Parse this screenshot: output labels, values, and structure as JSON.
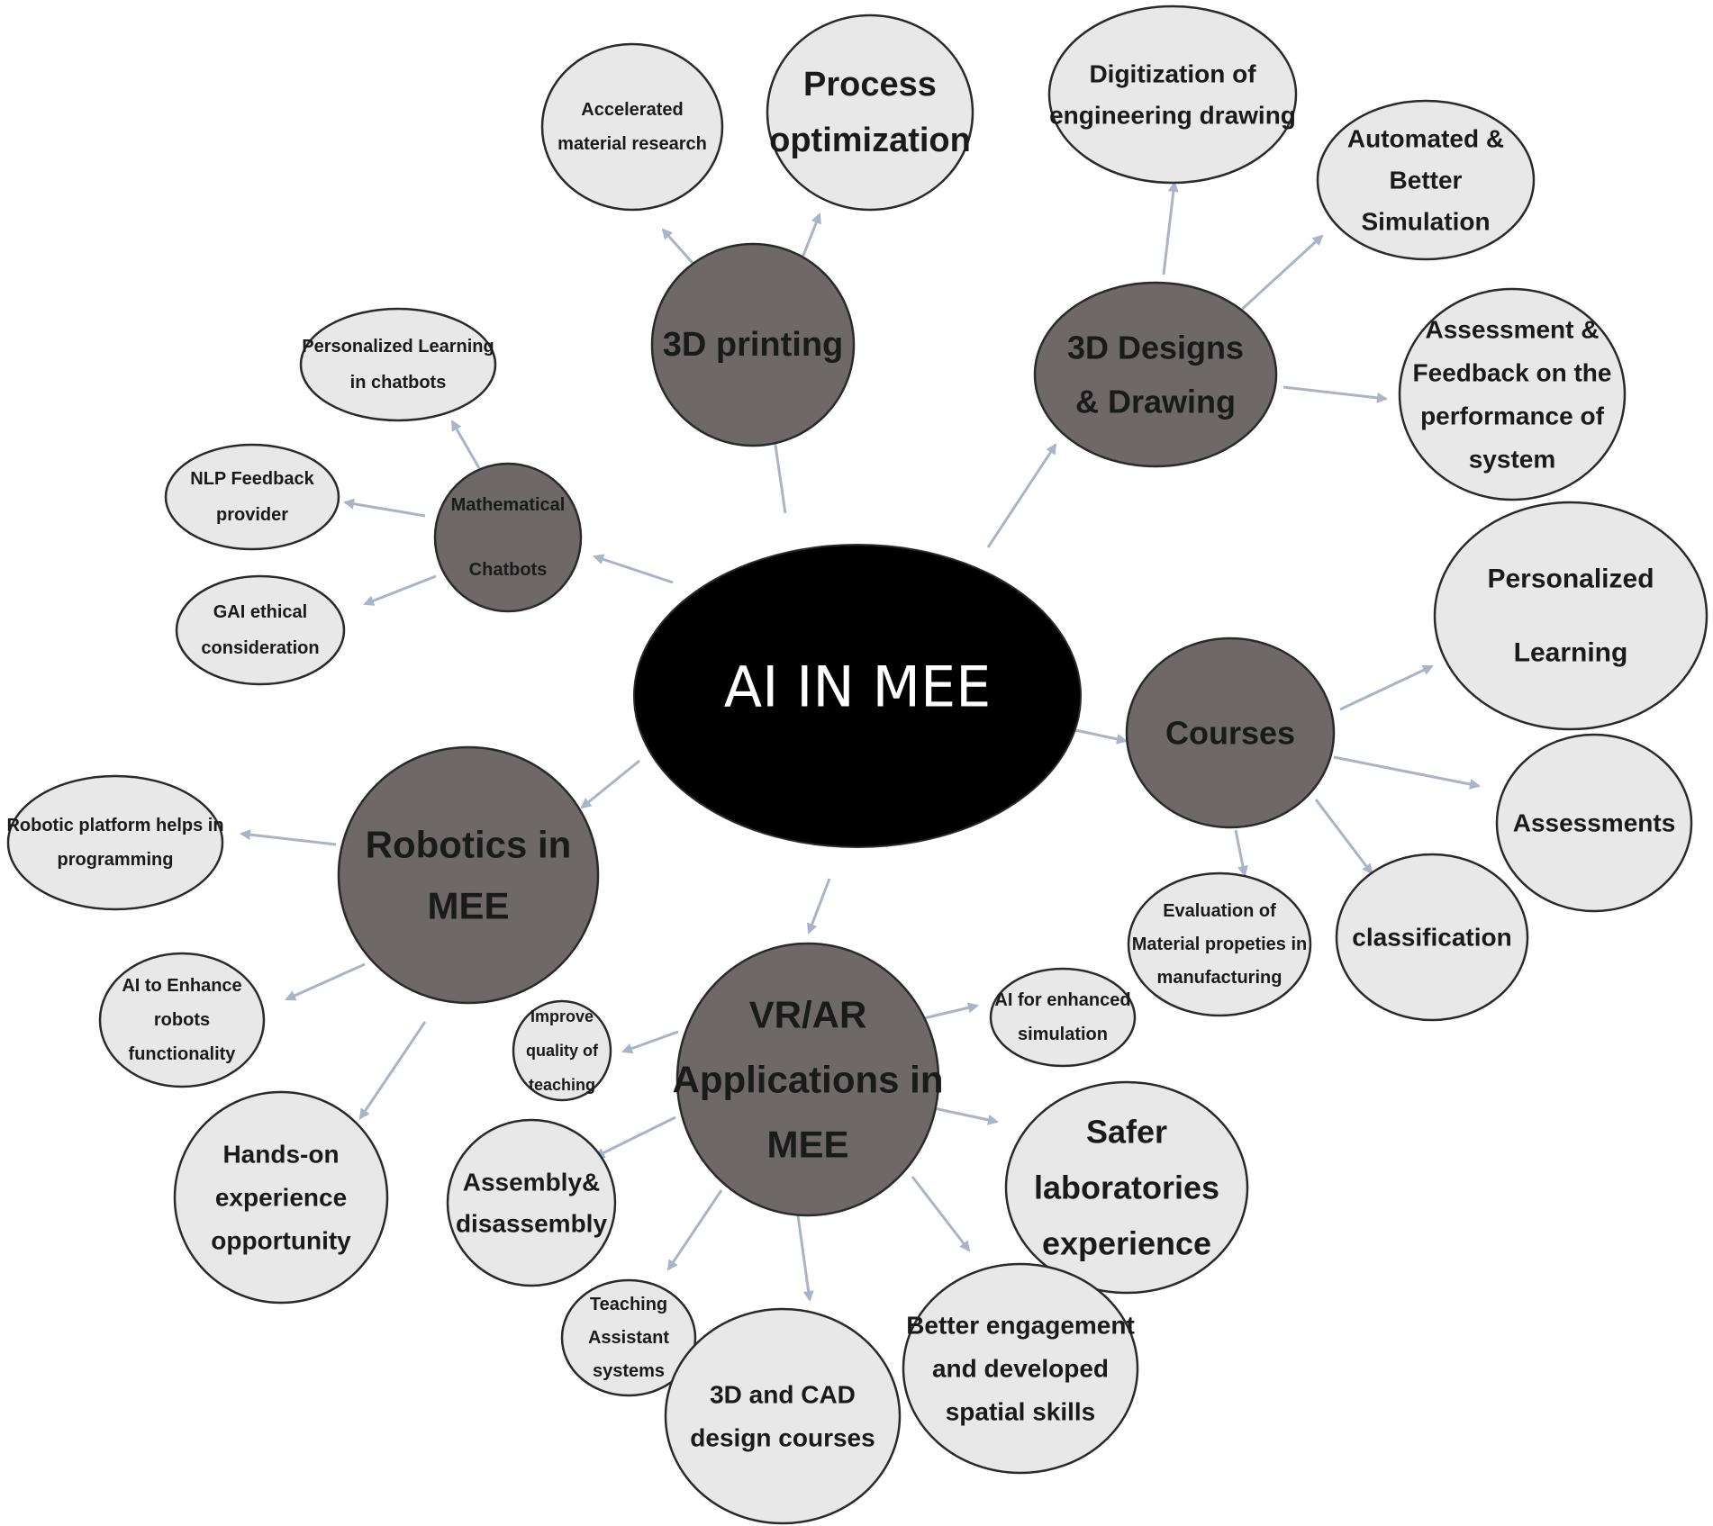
{
  "center": {
    "label": "AI IN MEE"
  },
  "hubs": [
    {
      "key": "3d-printing",
      "lines": [
        "3D printing"
      ]
    },
    {
      "key": "3d-designs",
      "lines": [
        "3D Designs",
        "& Drawing"
      ]
    },
    {
      "key": "chatbots",
      "lines": [
        "Mathematical",
        "Chatbots"
      ]
    },
    {
      "key": "courses",
      "lines": [
        "Courses"
      ]
    },
    {
      "key": "robotics",
      "lines": [
        "Robotics in",
        "MEE"
      ]
    },
    {
      "key": "vrar",
      "lines": [
        "VR/AR",
        "Applications in",
        "MEE"
      ]
    }
  ],
  "leaves": [
    {
      "key": "accelerated-material-research",
      "lines": [
        "Accelerated",
        "material research"
      ]
    },
    {
      "key": "process-optimization",
      "lines": [
        "Process",
        "optimization"
      ]
    },
    {
      "key": "digitization-drawing",
      "lines": [
        "Digitization of",
        "engineering drawing"
      ]
    },
    {
      "key": "automated-simulation",
      "lines": [
        "Automated &",
        "Better",
        "Simulation"
      ]
    },
    {
      "key": "assessment-feedback",
      "lines": [
        "Assessment &",
        "Feedback on the",
        "performance of",
        "system"
      ]
    },
    {
      "key": "personalized-learning-chatbots",
      "lines": [
        "Personalized Learning",
        "in chatbots"
      ]
    },
    {
      "key": "nlp-feedback",
      "lines": [
        "NLP Feedback",
        "provider"
      ]
    },
    {
      "key": "gai-ethical",
      "lines": [
        "GAI ethical",
        "consideration"
      ]
    },
    {
      "key": "personalized-learning",
      "lines": [
        "Personalized",
        "Learning"
      ]
    },
    {
      "key": "assessments",
      "lines": [
        "Assessments"
      ]
    },
    {
      "key": "classification",
      "lines": [
        "classification"
      ]
    },
    {
      "key": "evaluation-material",
      "lines": [
        "Evaluation of",
        "Material propeties in",
        "manufacturing"
      ]
    },
    {
      "key": "robotic-platform",
      "lines": [
        "Robotic platform helps in",
        "programming"
      ]
    },
    {
      "key": "ai-enhance-robots",
      "lines": [
        "AI to Enhance",
        "robots",
        "functionality"
      ]
    },
    {
      "key": "hands-on",
      "lines": [
        "Hands-on",
        "experience",
        "opportunity"
      ]
    },
    {
      "key": "improve-teaching",
      "lines": [
        "Improve",
        "quality of",
        "teaching"
      ]
    },
    {
      "key": "ai-enhanced-simulation",
      "lines": [
        "AI for enhanced",
        "simulation"
      ]
    },
    {
      "key": "safer-labs",
      "lines": [
        "Safer",
        "laboratories",
        "experience"
      ]
    },
    {
      "key": "assembly",
      "lines": [
        "Assembly&",
        "disassembly"
      ]
    },
    {
      "key": "teaching-assistant",
      "lines": [
        "Teaching",
        "Assistant",
        "systems"
      ]
    },
    {
      "key": "cad-courses",
      "lines": [
        "3D and CAD",
        "design courses"
      ]
    },
    {
      "key": "better-engagement",
      "lines": [
        "Better engagement",
        "and developed",
        "spatial skills"
      ]
    }
  ],
  "colors": {
    "center_fill": "#000000",
    "center_text": "#ffffff",
    "hub_fill": "#6e6868",
    "leaf_fill": "#e8e8e8",
    "stroke": "#2a2a2a",
    "arrow": "#a9b4c6",
    "text": "#1a1a1a"
  }
}
